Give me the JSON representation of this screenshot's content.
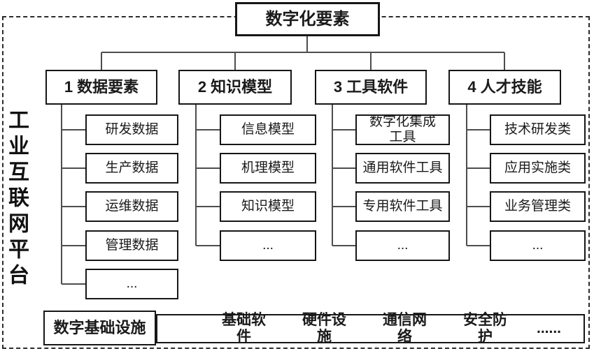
{
  "diagram_title": "数字化要素",
  "platform": {
    "label": "工业互联网平台"
  },
  "columns": [
    {
      "header": "1 数据要素",
      "children": [
        "研发数据",
        "生产数据",
        "运维数据",
        "管理数据",
        "..."
      ]
    },
    {
      "header": "2 知识模型",
      "children": [
        "信息模型",
        "机理模型",
        "知识模型",
        "..."
      ]
    },
    {
      "header": "3 工具软件",
      "children": [
        "数字化集成\n工具",
        "通用软件工具",
        "专用软件工具",
        "..."
      ]
    },
    {
      "header": "4 人才技能",
      "children": [
        "技术研发类",
        "应用实施类",
        "业务管理类",
        "..."
      ]
    }
  ],
  "infrastructure": {
    "title": "数字基础设施",
    "items": [
      "基础软件",
      "硬件设施",
      "通信网络",
      "安全防护",
      "......"
    ]
  },
  "colors": {
    "box_border": "#161616",
    "connector": "#4d4d4d",
    "frame_dash": "#2b2b2b",
    "text": "#1a1a1a",
    "background": "#ffffff"
  }
}
